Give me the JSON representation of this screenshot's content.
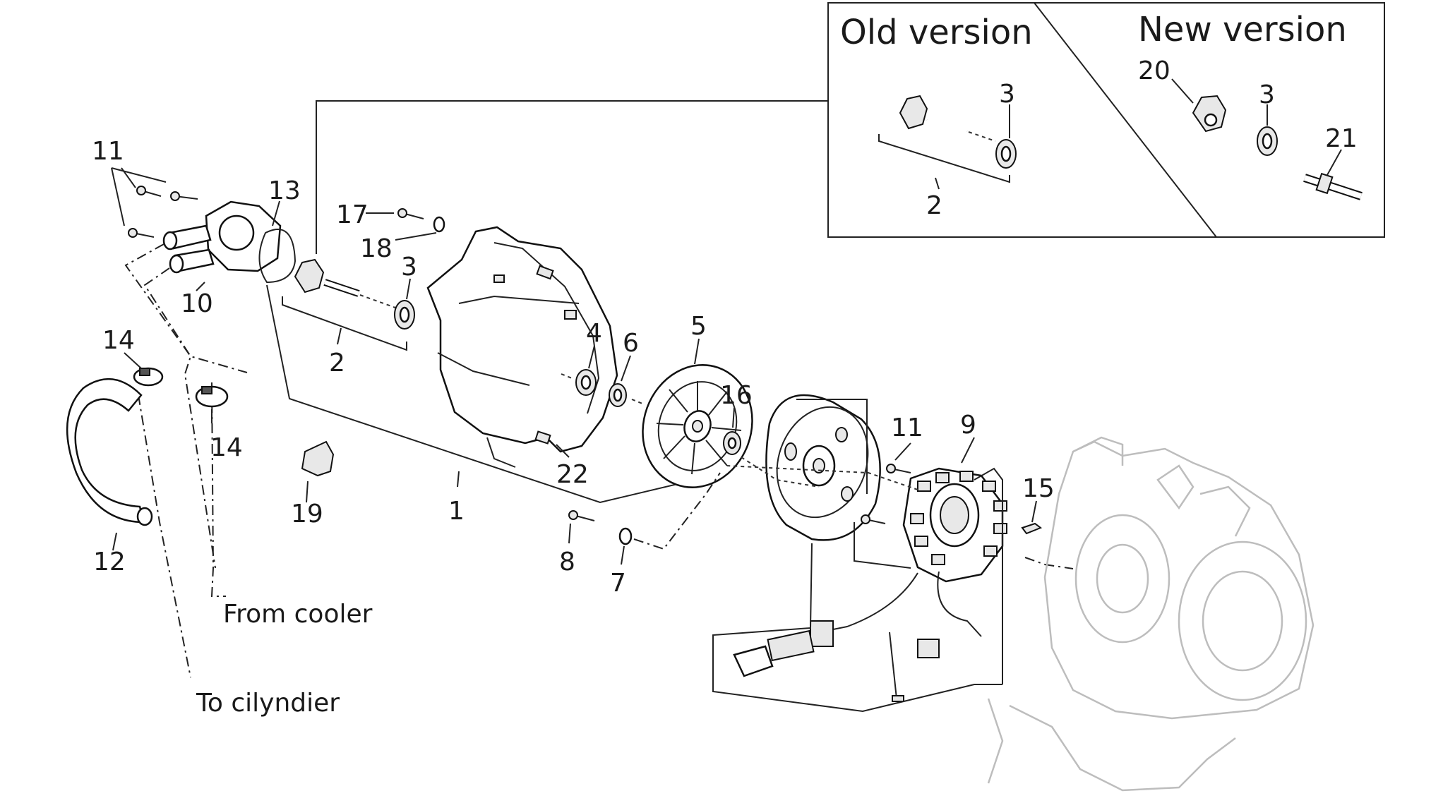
{
  "inset": {
    "old_title": "Old version",
    "new_title": "New version"
  },
  "captions": {
    "from_cooler": "From cooler",
    "to_cylinder": "To cilyndier"
  },
  "callouts": [
    {
      "id": "c11a",
      "text": "11"
    },
    {
      "id": "c13",
      "text": "13"
    },
    {
      "id": "c10",
      "text": "10"
    },
    {
      "id": "c14a",
      "text": "14"
    },
    {
      "id": "c14b",
      "text": "14"
    },
    {
      "id": "c12",
      "text": "12"
    },
    {
      "id": "c19",
      "text": "19"
    },
    {
      "id": "c17",
      "text": "17"
    },
    {
      "id": "c18",
      "text": "18"
    },
    {
      "id": "c3a",
      "text": "3"
    },
    {
      "id": "c2a",
      "text": "2"
    },
    {
      "id": "c1",
      "text": "1"
    },
    {
      "id": "c4",
      "text": "4"
    },
    {
      "id": "c6",
      "text": "6"
    },
    {
      "id": "c5",
      "text": "5"
    },
    {
      "id": "c22",
      "text": "22"
    },
    {
      "id": "c16",
      "text": "16"
    },
    {
      "id": "c8",
      "text": "8"
    },
    {
      "id": "c7",
      "text": "7"
    },
    {
      "id": "c11b",
      "text": "11"
    },
    {
      "id": "c9",
      "text": "9"
    },
    {
      "id": "c15",
      "text": "15"
    },
    {
      "id": "c3b",
      "text": "3"
    },
    {
      "id": "c2b",
      "text": "2"
    },
    {
      "id": "c20",
      "text": "20"
    },
    {
      "id": "c3c",
      "text": "3"
    },
    {
      "id": "c21",
      "text": "21"
    }
  ]
}
